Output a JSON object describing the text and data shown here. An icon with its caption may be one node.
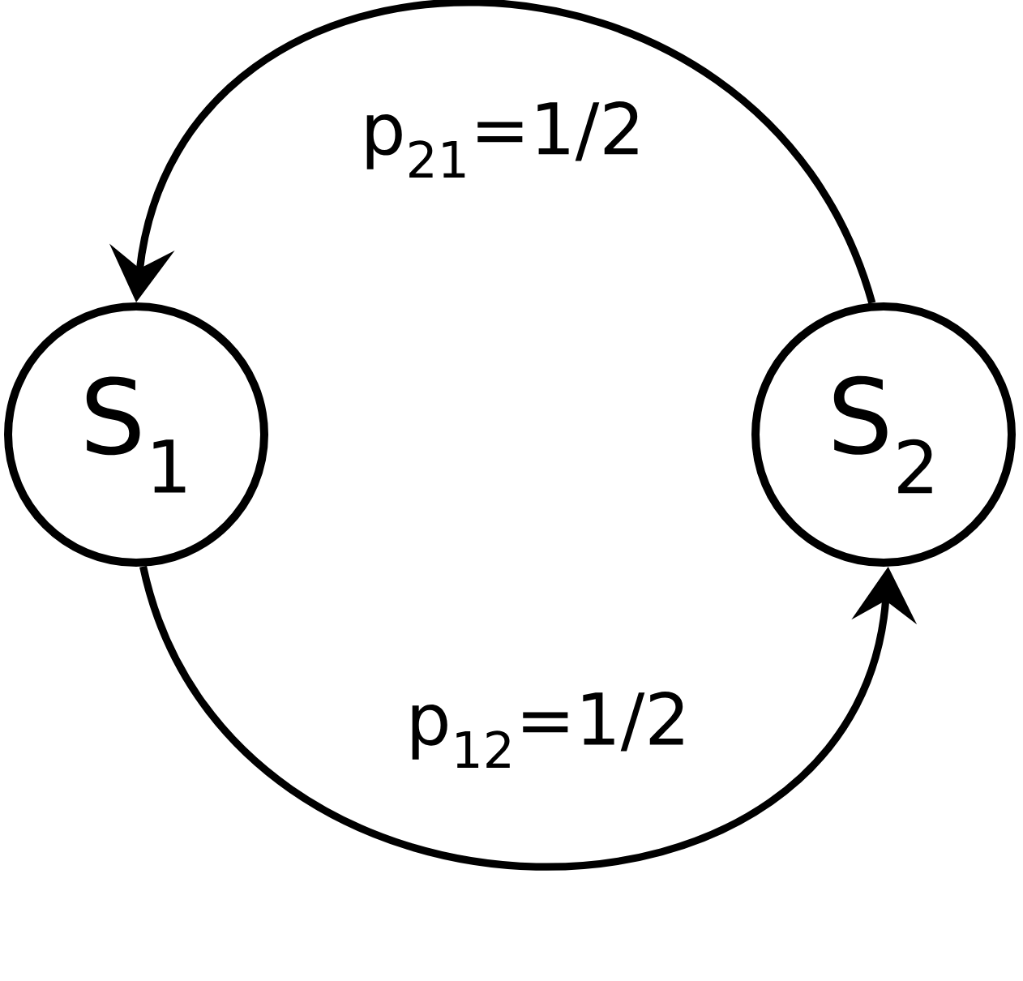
{
  "diagram": {
    "nodes": [
      {
        "text": [
          "S$_{1}$"
        ]
      },
      {
        "text": [
          "S$_{2}$"
        ]
      }
    ],
    "edges": [
      {
        "from": 1,
        "to": 0,
        "arrow": "to",
        "label": "p$_{21}$=1/2"
      },
      {
        "from": 0,
        "to": 1,
        "arrow": "to",
        "label": "p$_{12}$=1/2"
      }
    ]
  }
}
